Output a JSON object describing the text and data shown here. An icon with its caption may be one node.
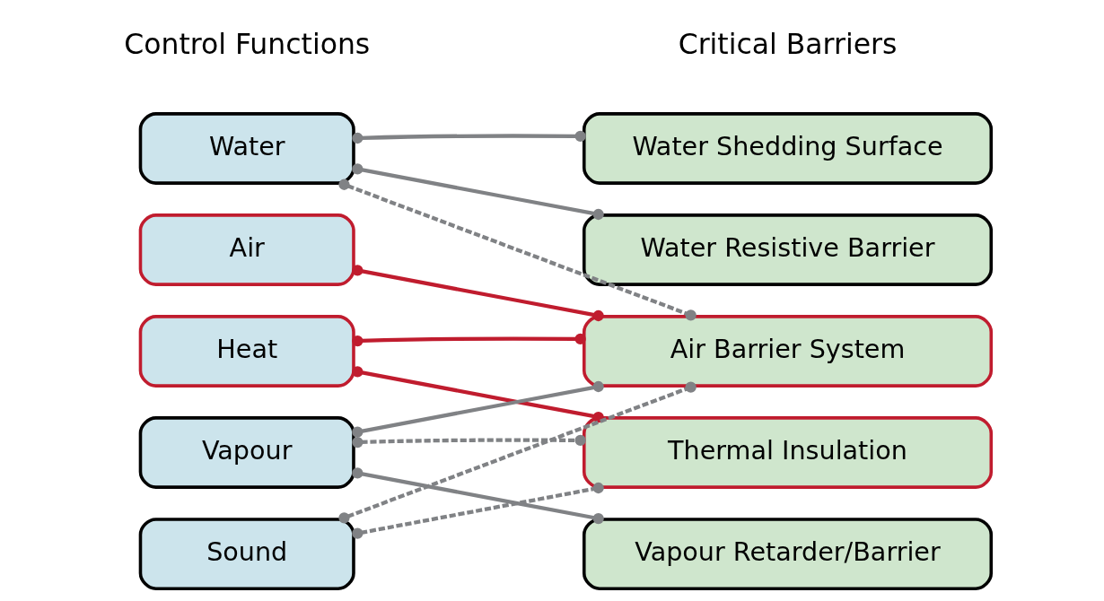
{
  "diagram": {
    "nodes": [
      {
        "text": [
          "Water"
        ]
      },
      {
        "text": [
          "Air"
        ]
      },
      {
        "text": [
          "Heat"
        ]
      },
      {
        "text": [
          "Vapour"
        ]
      },
      {
        "text": [
          "Sound"
        ]
      },
      {
        "text": [
          "Water Shedding Surface"
        ]
      },
      {
        "text": [
          "Water Resistive Barrier"
        ]
      },
      {
        "text": [
          "Air Barrier System"
        ]
      },
      {
        "text": [
          "Thermal Insulation"
        ]
      },
      {
        "text": [
          "Vapour Retarder/Barrier"
        ]
      }
    ],
    "edges": [
      {
        "from": 0,
        "to": 5,
        "arrow": "other"
      },
      {
        "from": 0,
        "to": 6,
        "arrow": "other"
      },
      {
        "from": 0,
        "to": 7,
        "arrow": "other",
        "style": "dashed"
      },
      {
        "from": 1,
        "to": 7,
        "arrow": "other",
        "color": "#c01c2e"
      },
      {
        "from": 2,
        "to": 7,
        "arrow": "other",
        "color": "#c01c2e"
      },
      {
        "from": 2,
        "to": 8,
        "arrow": "other",
        "color": "#c01c2e"
      },
      {
        "from": 3,
        "to": 7,
        "arrow": "other"
      },
      {
        "from": 3,
        "to": 8,
        "arrow": "other",
        "style": "dashed"
      },
      {
        "from": 3,
        "to": 9,
        "arrow": "other"
      },
      {
        "from": 4,
        "to": 7,
        "arrow": "other",
        "style": "dashed"
      },
      {
        "from": 4,
        "to": 8,
        "arrow": "other",
        "style": "dashed"
      }
    ],
    "labels": [
      "Control Functions",
      "Critical Barriers"
    ]
  }
}
